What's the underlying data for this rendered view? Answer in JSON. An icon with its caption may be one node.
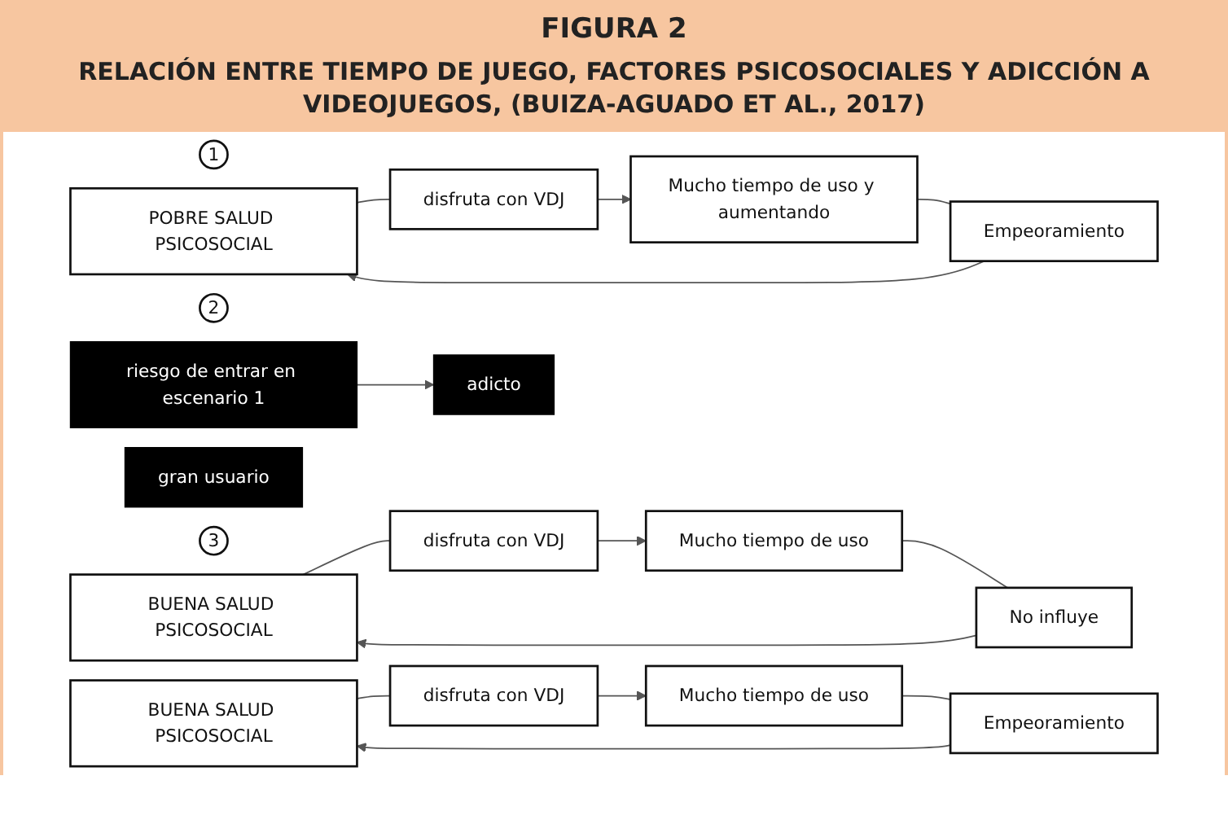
{
  "diagram": {
    "title": "FIGURA 2",
    "labels": [
      "RELACIÓN ENTRE TIEMPO DE JUEGO, FACTORES PSICOSOCIALES Y ADICCIÓN A VIDEOJUEGOS, (BUIZA-AGUADO ET AL., 2017)"
    ],
    "nodes": [
      {
        "text": [
          "1"
        ]
      },
      {
        "text": [
          "POBRE SALUD PSICOSOCIAL"
        ]
      },
      {
        "text": [
          "disfruta con VDJ"
        ]
      },
      {
        "text": [
          "Mucho tiempo de uso y aumentando"
        ]
      },
      {
        "text": [
          "Empeoramiento"
        ]
      },
      {
        "text": [
          "adicto"
        ]
      },
      {
        "text": [
          "2"
        ]
      },
      {
        "text": [
          "BUENA SALUD PSICOSOCIAL"
        ]
      },
      {
        "text": [
          "disfruta con VDJ"
        ]
      },
      {
        "text": [
          "Mucho tiempo de uso"
        ]
      },
      {
        "text": [
          "No influye"
        ]
      },
      {
        "text": [
          "gran usuario"
        ]
      },
      {
        "text": [
          "3"
        ]
      },
      {
        "text": [
          "BUENA SALUD PSICOSOCIAL"
        ]
      },
      {
        "text": [
          "disfruta con VDJ"
        ]
      },
      {
        "text": [
          "Mucho tiempo de uso"
        ]
      },
      {
        "text": [
          "Empeoramiento"
        ]
      },
      {
        "text": [
          "riesgo de entrar en escenario 1"
        ]
      }
    ],
    "edges": [
      {
        "from": 1,
        "to": 2,
        "arrow": "none"
      },
      {
        "from": 2,
        "to": 3,
        "arrow": "to"
      },
      {
        "from": 3,
        "to": 4,
        "arrow": "none"
      },
      {
        "from": 4,
        "to": 1,
        "arrow": "to"
      },
      {
        "from": 7,
        "to": 8,
        "arrow": "none"
      },
      {
        "from": 8,
        "to": 9,
        "arrow": "to"
      },
      {
        "from": 9,
        "to": 10,
        "arrow": "none"
      },
      {
        "from": 10,
        "to": 7,
        "arrow": "to"
      },
      {
        "from": 13,
        "to": 14,
        "arrow": "none"
      },
      {
        "from": 14,
        "to": 15,
        "arrow": "to"
      },
      {
        "from": 15,
        "to": 16,
        "arrow": "none"
      },
      {
        "from": 16,
        "to": 13,
        "arrow": "to"
      },
      {
        "from": 17,
        "to": 5,
        "arrow": "to"
      }
    ]
  }
}
